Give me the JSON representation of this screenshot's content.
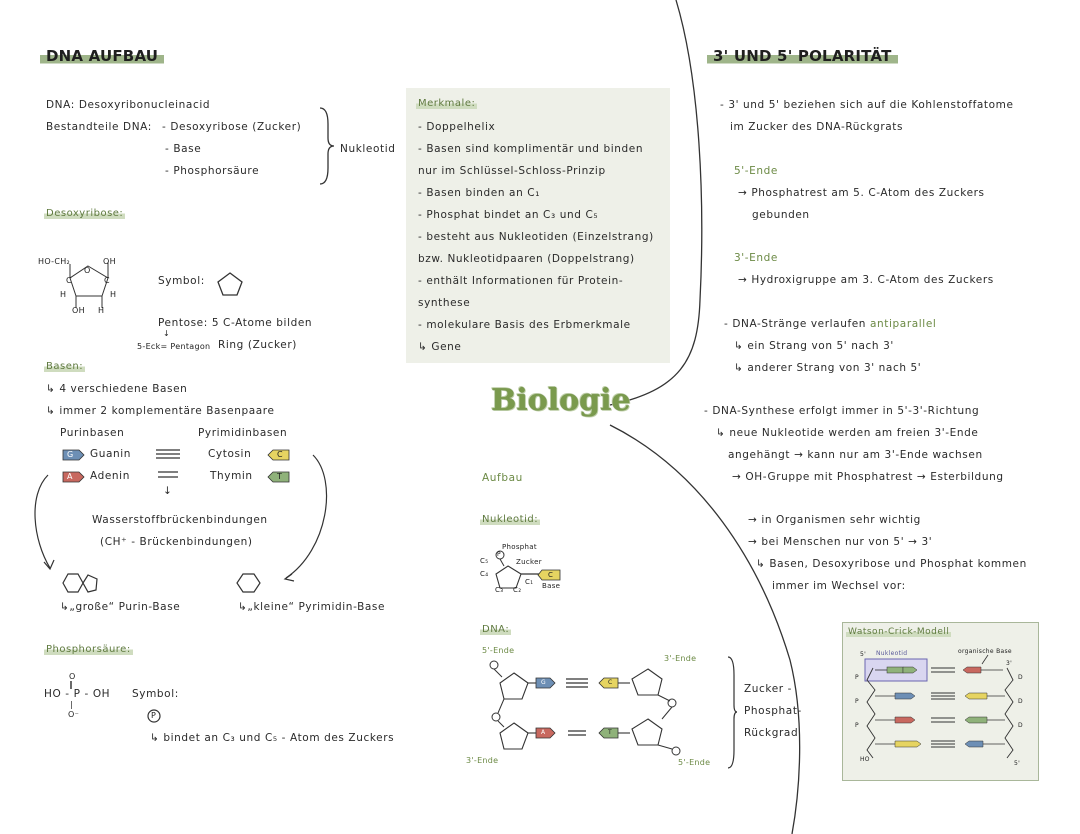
{
  "center_title": "Biologie",
  "left": {
    "heading": "DNA AUFBAU",
    "dna_line": "DNA: Desoxyribonucleinacid",
    "bestandteile_label": "Bestandteile DNA:",
    "components": [
      "- Desoxyribose (Zucker)",
      "- Base",
      "- Phosphorsäure"
    ],
    "nukleotid": "Nukleotid",
    "desoxyribose_heading": "Desoxyribose:",
    "symbol_label": "Symbol:",
    "pentose_text": "Pentose: 5 C-Atome bilden",
    "pentagon_note": "5-Eck= Pentagon",
    "ring_text": "Ring (Zucker)",
    "sugar_labels": {
      "ho_ch2": "HO-CH₂",
      "oh": "OH",
      "o": "O",
      "h": "H",
      "c": "C"
    },
    "basen_heading": "Basen:",
    "basen_lines": [
      "↳ 4 verschiedene Basen",
      "↳ immer 2 komplementäre Basenpaare"
    ],
    "purin_heading": "Purinbasen",
    "pyrimidin_heading": "Pyrimidinbasen",
    "purines": [
      {
        "letter": "G",
        "name": "Guanin"
      },
      {
        "letter": "A",
        "name": "Adenin"
      }
    ],
    "pyrimidines": [
      {
        "letter": "C",
        "name": "Cytosin"
      },
      {
        "letter": "T",
        "name": "Thymin"
      }
    ],
    "arrow_down": "↓",
    "wasserstoff": "Wasserstoffbrückenbindungen",
    "ch_bruecken": "(CH⁺ - Brückenbindungen)",
    "purin_base": "↳„große“ Purin-Base",
    "pyrimidin_base": "↳„kleine“ Pyrimidin-Base",
    "phosphor_heading": "Phosphorsäure:",
    "phosphor_formula": {
      "o_top": "O",
      "double_bond": "‖",
      "main": "HO - P - OH",
      "single_bond": "|",
      "o_bottom": "O⁻"
    },
    "phosphor_symbol_label": "Symbol:",
    "phosphor_symbol": "P",
    "bindet_text": "↳ bindet an C₃ und C₅ - Atom des Zuckers"
  },
  "merkmale": {
    "heading": "Merkmale:",
    "lines": [
      "- Doppelhelix",
      "- Basen sind komplimentär und binden",
      "  nur im Schlüssel-Schloss-Prinzip",
      "- Basen binden an C₁",
      "- Phosphat bindet an C₃ und C₅",
      "- besteht aus Nukleotiden (Einzelstrang)",
      "  bzw. Nukleotidpaaren (Doppelstrang)",
      "- enthält Informationen für Protein-",
      "  synthese",
      "- molekulare Basis des Erbmerkmale",
      "  ↳ Gene"
    ]
  },
  "middle": {
    "aufbau": "Aufbau",
    "nukleotid_heading": "Nukleotid:",
    "nukleotid_labels": {
      "phosphat": "Phosphat",
      "zucker": "Zucker",
      "base": "Base",
      "c5": "C₅",
      "c4": "C₄",
      "c3": "C₃",
      "c2": "C₂",
      "c1": "C₁",
      "p": "P",
      "base_letter": "C"
    },
    "dna_heading": "DNA:",
    "five_end_top": "5'-Ende",
    "three_end_top": "3'-Ende",
    "three_end_bottom": "3'-Ende",
    "five_end_bottom": "5'-Ende",
    "ruckgrat": [
      "Zucker -",
      "Phosphat-",
      "Rückgrad"
    ],
    "strand_bases_top": [
      "G",
      "C"
    ],
    "strand_bases_bottom": [
      "A",
      "T"
    ],
    "phosphate_letter": "P"
  },
  "right": {
    "heading": "3' UND 5' POLARITÄT",
    "intro": [
      "- 3' und 5' beziehen sich auf die Kohlenstoffatome",
      "im Zucker des DNA-Rückgrats"
    ],
    "five_end_label": "5'-Ende",
    "five_end_lines": [
      "→ Phosphatrest am 5. C-Atom des Zuckers",
      "gebunden"
    ],
    "three_end_label": "3'-Ende",
    "three_end_line": "→ Hydroxigruppe am 3. C-Atom des Zuckers",
    "strands_prefix": "- DNA-Stränge verlaufen ",
    "strands_highlight": "antiparallel",
    "strands_lines": [
      "↳ ein Strang von 5' nach 3'",
      "↳ anderer Strang von 3' nach 5'"
    ],
    "synthese_lines": [
      "- DNA-Synthese erfolgt immer in 5'-3'-Richtung",
      "↳ neue Nukleotide werden am freien 3'-Ende",
      "angehängt → kann nur am 3'-Ende wachsen",
      "→ OH-Gruppe mit Phosphatrest → Esterbildung"
    ],
    "organism_lines": [
      "→ in Organismen sehr wichtig",
      "→ bei Menschen nur von 5' → 3'",
      "↳ Basen, Desoxyribose und Phosphat kommen",
      "immer im Wechsel vor:"
    ],
    "watson_title": "Watson-Crick-Modell",
    "watson_nukleotid": "Nukleotid",
    "watson_organische": "organische Base",
    "watson_5": "5'",
    "watson_3": "3'",
    "watson_ho": "HO",
    "watson_p": "P",
    "watson_d": "D"
  },
  "colors": {
    "accent_green": "#7a9a4d",
    "highlight": "#9fb58a",
    "guanin": "#6d8fb5",
    "adenin": "#c8685f",
    "cytosin": "#e6d461",
    "thymin": "#8fb27a",
    "panel_bg": "#eef0e8"
  }
}
